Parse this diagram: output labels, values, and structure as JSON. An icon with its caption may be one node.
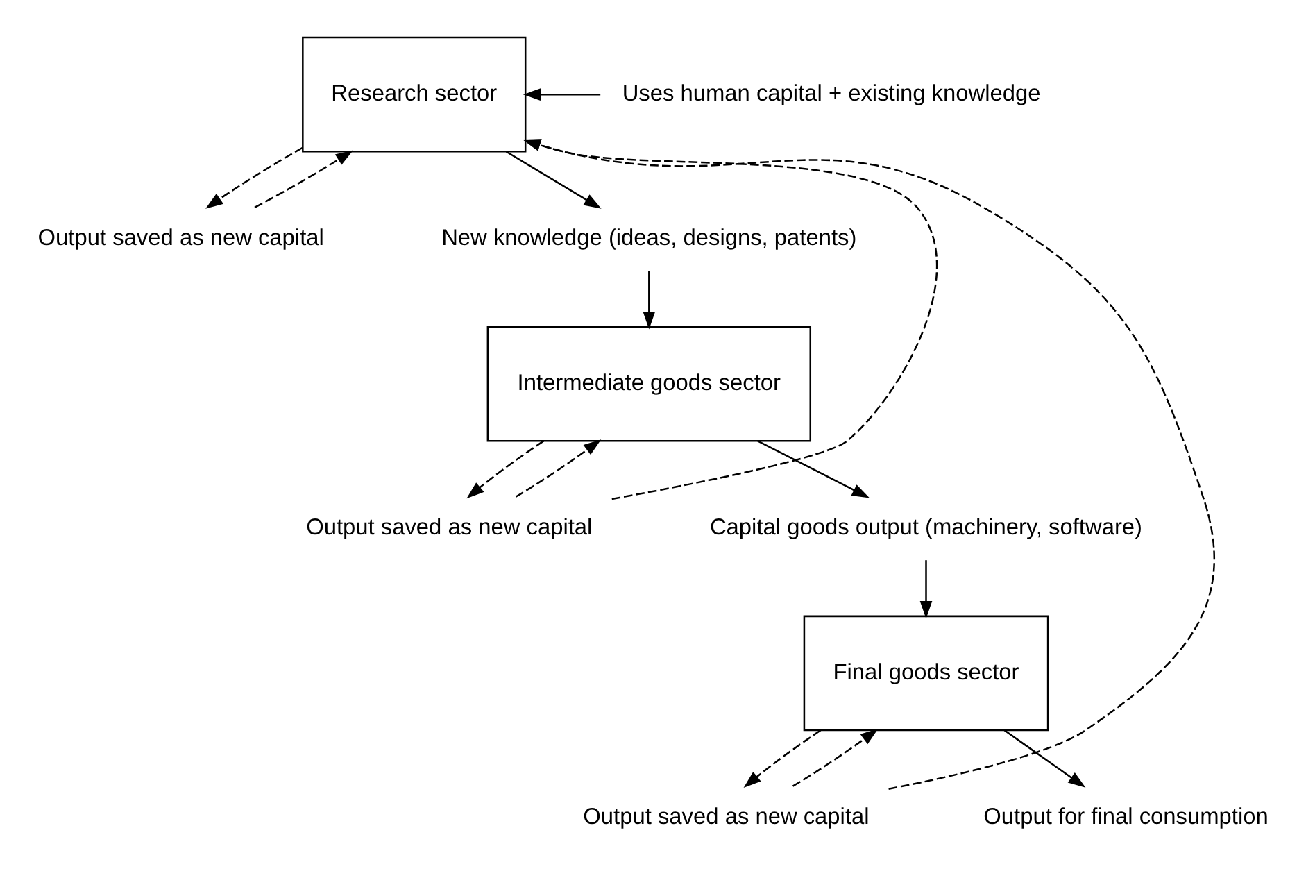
{
  "diagram": {
    "nodes": [
      {
        "text": [
          "Research sector"
        ]
      },
      {
        "text": [
          "Uses human capital + existing knowledge"
        ]
      },
      {
        "text": [
          "Output saved as new capital"
        ]
      },
      {
        "text": [
          "New knowledge (ideas, designs, patents)"
        ]
      },
      {
        "text": [
          "Intermediate goods sector"
        ]
      },
      {
        "text": [
          "Output saved as new capital"
        ]
      },
      {
        "text": [
          "Capital goods output (machinery, software)"
        ]
      },
      {
        "text": [
          "Final goods sector"
        ]
      },
      {
        "text": [
          "Output saved as new capital"
        ]
      },
      {
        "text": [
          "Output for final consumption"
        ]
      }
    ],
    "edges": [
      {
        "from": 1,
        "to": 0,
        "arrow": "to"
      },
      {
        "from": 0,
        "to": 2,
        "arrow": "to",
        "style": "dashed"
      },
      {
        "from": 0,
        "to": 3,
        "arrow": "to"
      },
      {
        "from": 3,
        "to": 4,
        "arrow": "to"
      },
      {
        "from": 4,
        "to": 5,
        "arrow": "to",
        "style": "dashed"
      },
      {
        "from": 4,
        "to": 6,
        "arrow": "to"
      },
      {
        "from": 6,
        "to": 7,
        "arrow": "to"
      },
      {
        "from": 7,
        "to": 8,
        "arrow": "to",
        "style": "dashed"
      },
      {
        "from": 7,
        "to": 9,
        "arrow": "to"
      },
      {
        "from": 2,
        "to": 0,
        "arrow": "to",
        "style": "dashed"
      },
      {
        "from": 5,
        "to": 0,
        "arrow": "to",
        "style": "dashed"
      },
      {
        "from": 8,
        "to": 0,
        "arrow": "to",
        "style": "dashed"
      },
      {
        "from": 5,
        "to": 4,
        "arrow": "to",
        "style": "dashed"
      },
      {
        "from": 8,
        "to": 7,
        "arrow": "to",
        "style": "dashed"
      }
    ]
  }
}
